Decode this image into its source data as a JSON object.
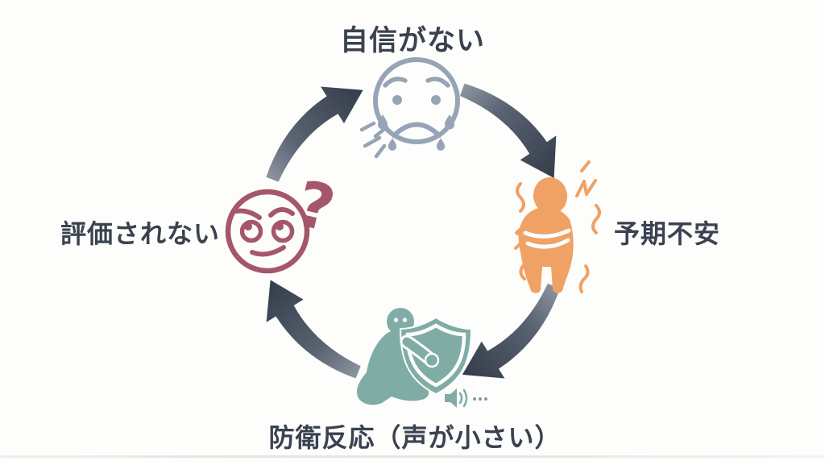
{
  "background_color": "#fdfdfb",
  "text_color": "#3a4250",
  "arrows": {
    "color_head": "#343c4a",
    "color_tail": "#8f97a2",
    "direction": "clockwise-cycle"
  },
  "cycle": {
    "top": {
      "label": "自信がない",
      "icon": "crying-face-icon",
      "color": "#96a4b6"
    },
    "right": {
      "label": "予期不安",
      "icon": "anxious-person-icon",
      "color": "#f0a164"
    },
    "bottom": {
      "label": "防衛反応（声が小さい）",
      "icon": "shield-person-icon",
      "speaker_icon": "small-voice-speaker-icon",
      "color": "#7fada5"
    },
    "left": {
      "label": "評価されない",
      "icon": "confused-face-icon",
      "question_mark": "?",
      "color": "#a5576a"
    }
  }
}
